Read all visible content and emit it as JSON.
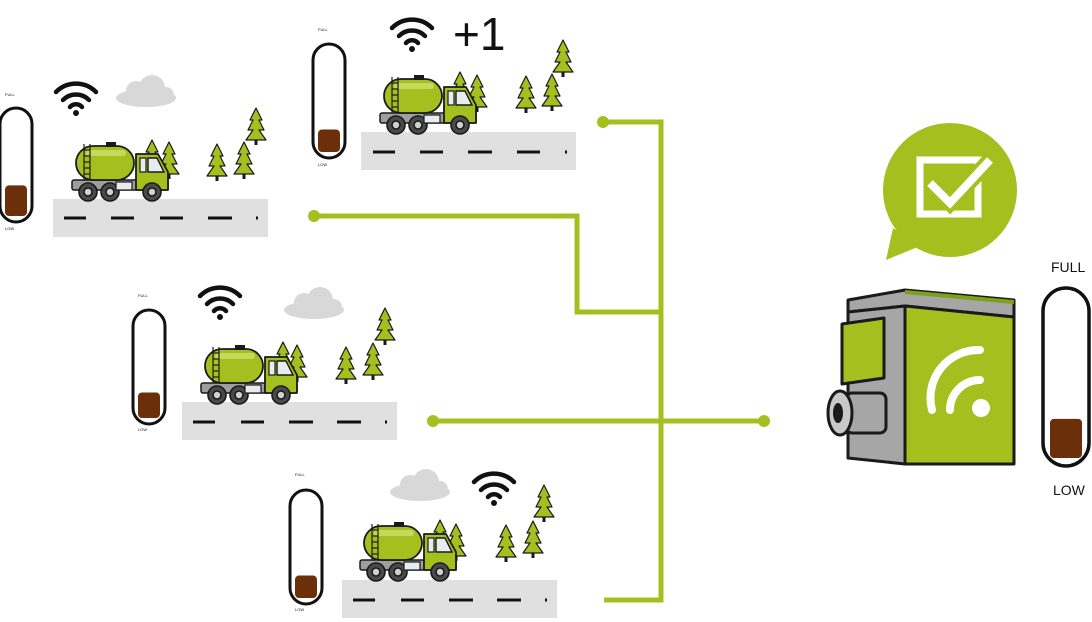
{
  "gauge_labels": {
    "full": "FULL",
    "low": "LOW"
  },
  "badge": {
    "text": "+1"
  },
  "colors": {
    "accent_green": "#a5bf1e",
    "dark_outline": "#1a1a1a",
    "liquid_brown": "#6b2f0a",
    "road_gray": "#e0e0e0",
    "cloud_gray": "#d8d8d8",
    "device_gray": "#a6a6a6"
  },
  "icons": {
    "speech_bubble": "checkbox-check-icon",
    "signal": "wifi-icon",
    "device": "wireless-tank-sensor-icon",
    "vehicle": "tanker-truck-icon"
  },
  "trucks": [
    {
      "id": "truck-1",
      "fill_level": 0.3,
      "has_cloud": true
    },
    {
      "id": "truck-2",
      "fill_level": 0.22,
      "has_cloud": false
    },
    {
      "id": "truck-3",
      "fill_level": 0.25,
      "has_cloud": true
    },
    {
      "id": "truck-4",
      "fill_level": 0.22,
      "has_cloud": true
    }
  ],
  "receiver": {
    "fill_level": 0.24
  }
}
